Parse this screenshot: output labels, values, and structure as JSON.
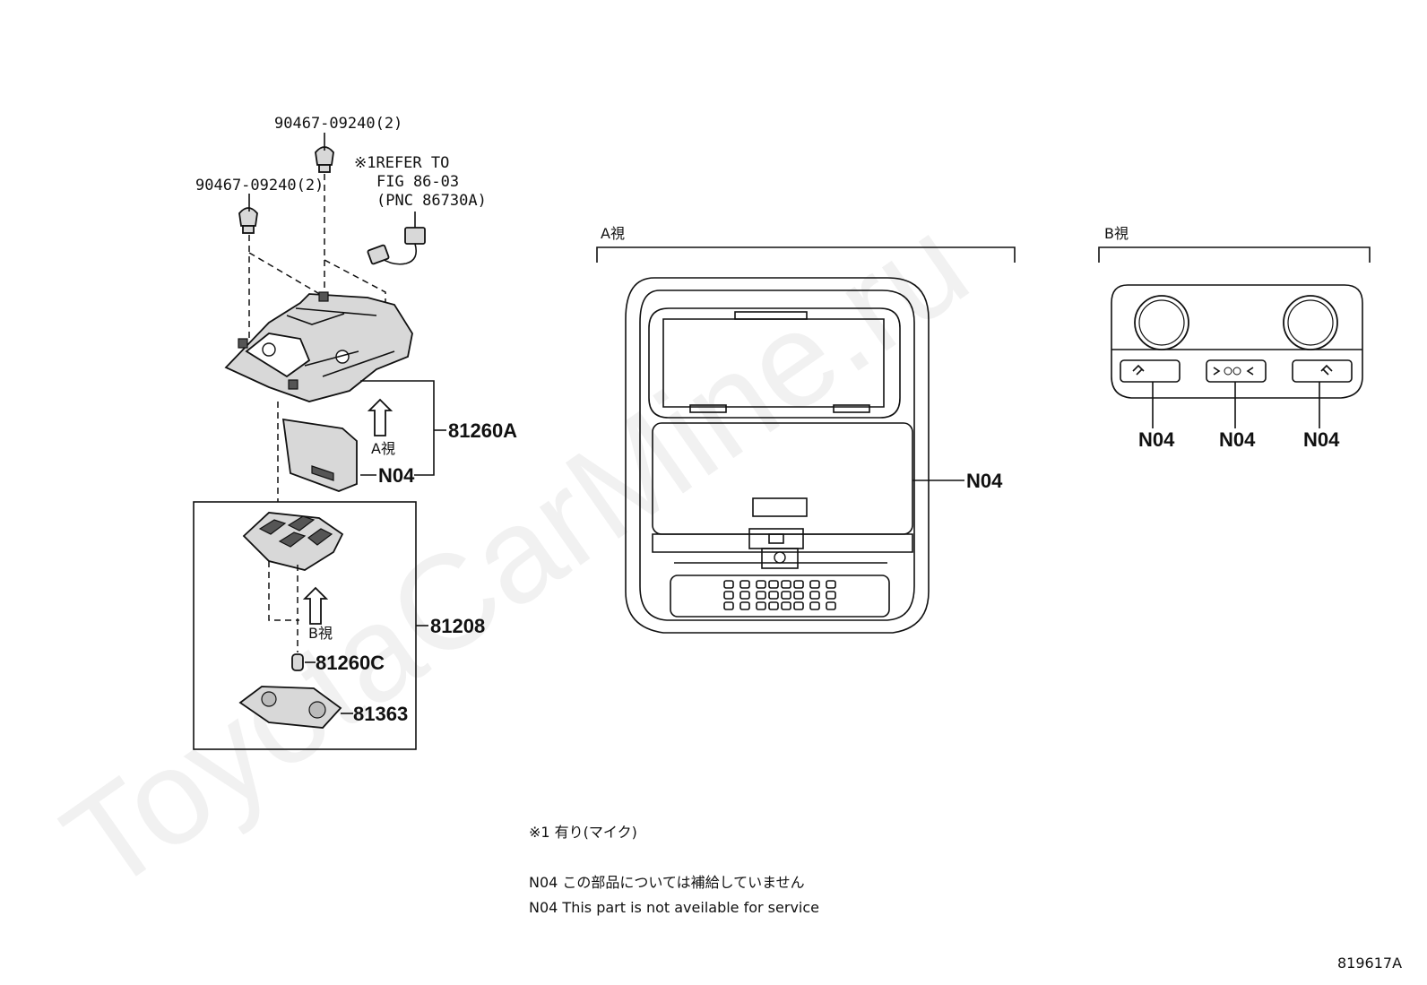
{
  "watermark": "ToyotaCarMine.ru",
  "callouts": {
    "bolt_upper": "90467-09240(2)",
    "bolt_lower": "90467-09240(2)",
    "refer_line1": "※1REFER TO",
    "refer_line2": "FIG 86-03",
    "refer_line3": "(PNC 86730A)",
    "view_a_arrow": "A視",
    "view_b_arrow": "B視",
    "part_81260A": "81260A",
    "part_n04_lens": "N04",
    "part_81208": "81208",
    "part_81260C": "81260C",
    "part_81363": "81363"
  },
  "view_a": {
    "title": "A視",
    "n04": "N04"
  },
  "view_b": {
    "title": "B視",
    "n04_left": "N04",
    "n04_center": "N04",
    "n04_right": "N04"
  },
  "notes": {
    "note1": "※1 有り(マイク)",
    "note2": "N04 この部品については補給していません",
    "note3": "N04 This part is not aveilable for service"
  },
  "figure_id": "819617A"
}
